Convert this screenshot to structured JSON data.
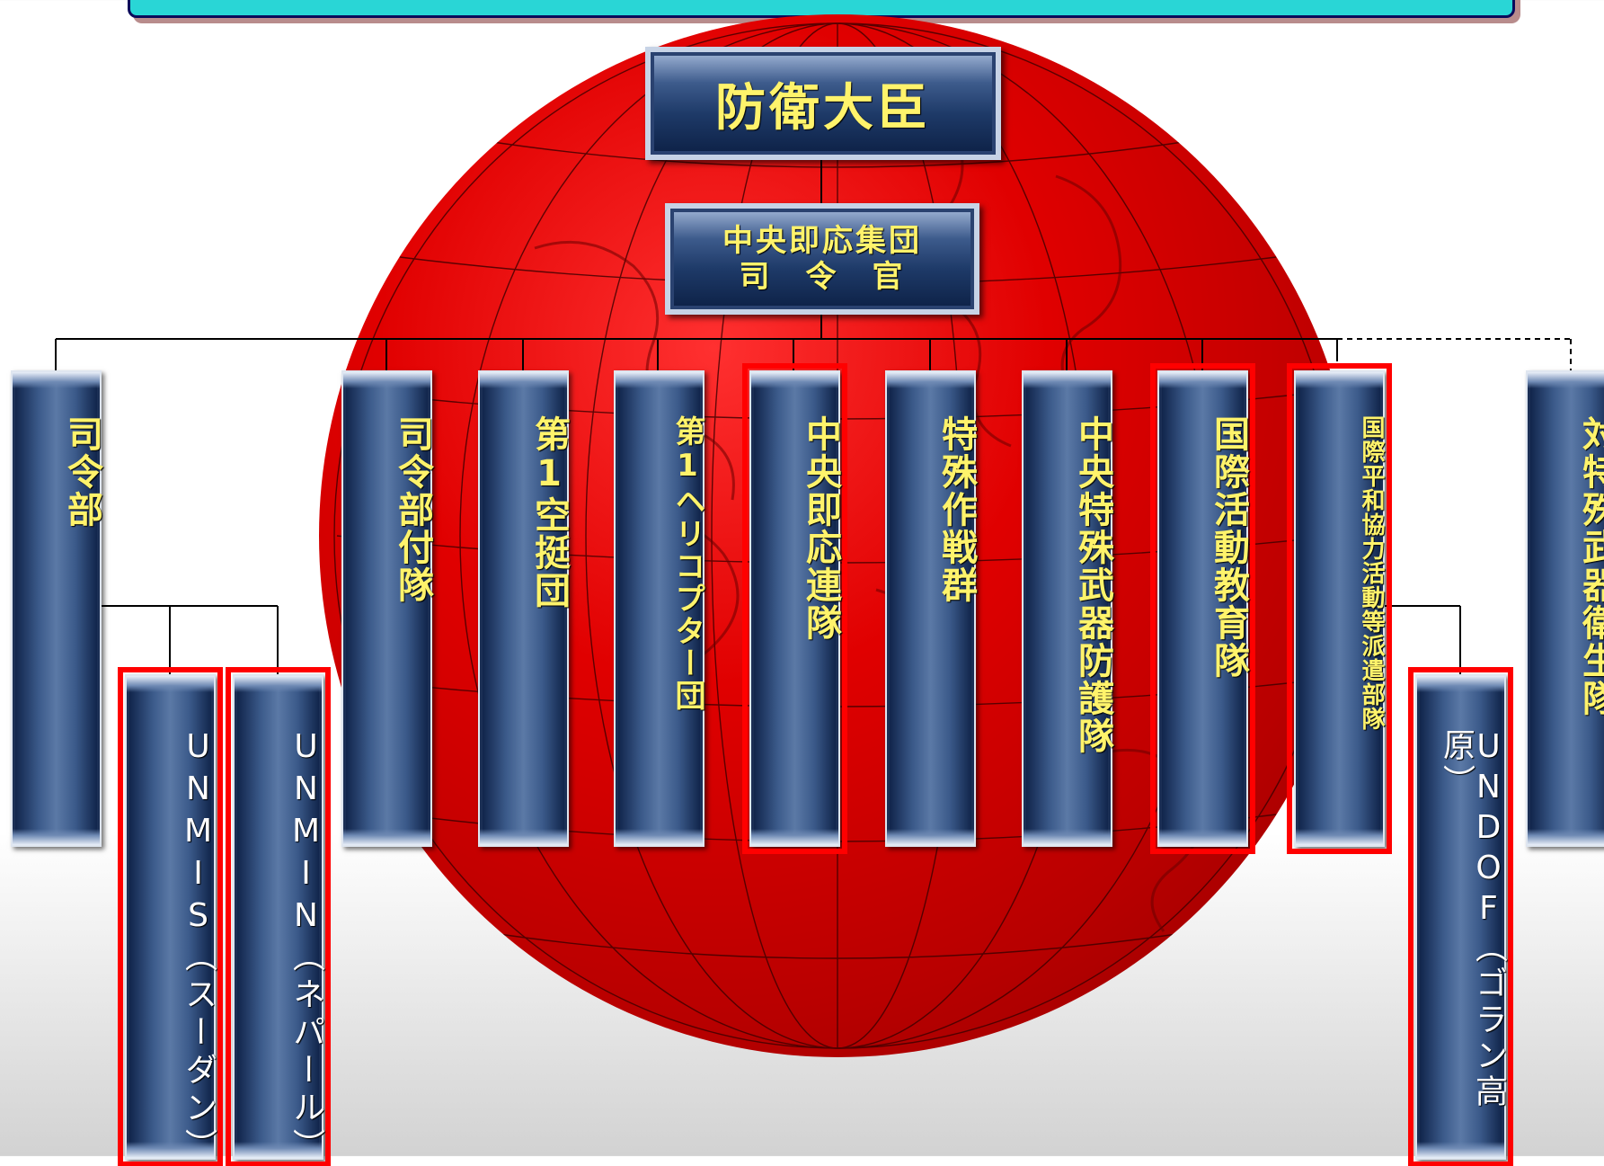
{
  "minister": "防衛大臣",
  "commander": {
    "line1": "中央即応集団",
    "line2": "司　令　官"
  },
  "units": [
    {
      "label": "司令部"
    },
    {
      "label": "司令部付隊"
    },
    {
      "label": "第1空挺団"
    },
    {
      "label": "第1ヘリコプター団"
    },
    {
      "label": "中央即応連隊"
    },
    {
      "label": "特殊作戦群"
    },
    {
      "label": "中央特殊武器防護隊"
    },
    {
      "label": "国際活動教育隊"
    },
    {
      "label": "国際平和協力活動等派遣部隊"
    },
    {
      "label": "対特殊武器衛生隊"
    }
  ],
  "missions": [
    {
      "label": "UNMIS（スーダン）"
    },
    {
      "label": "UNMIN（ネパール）"
    },
    {
      "label": "UNDOF（ゴラン高原）"
    }
  ]
}
